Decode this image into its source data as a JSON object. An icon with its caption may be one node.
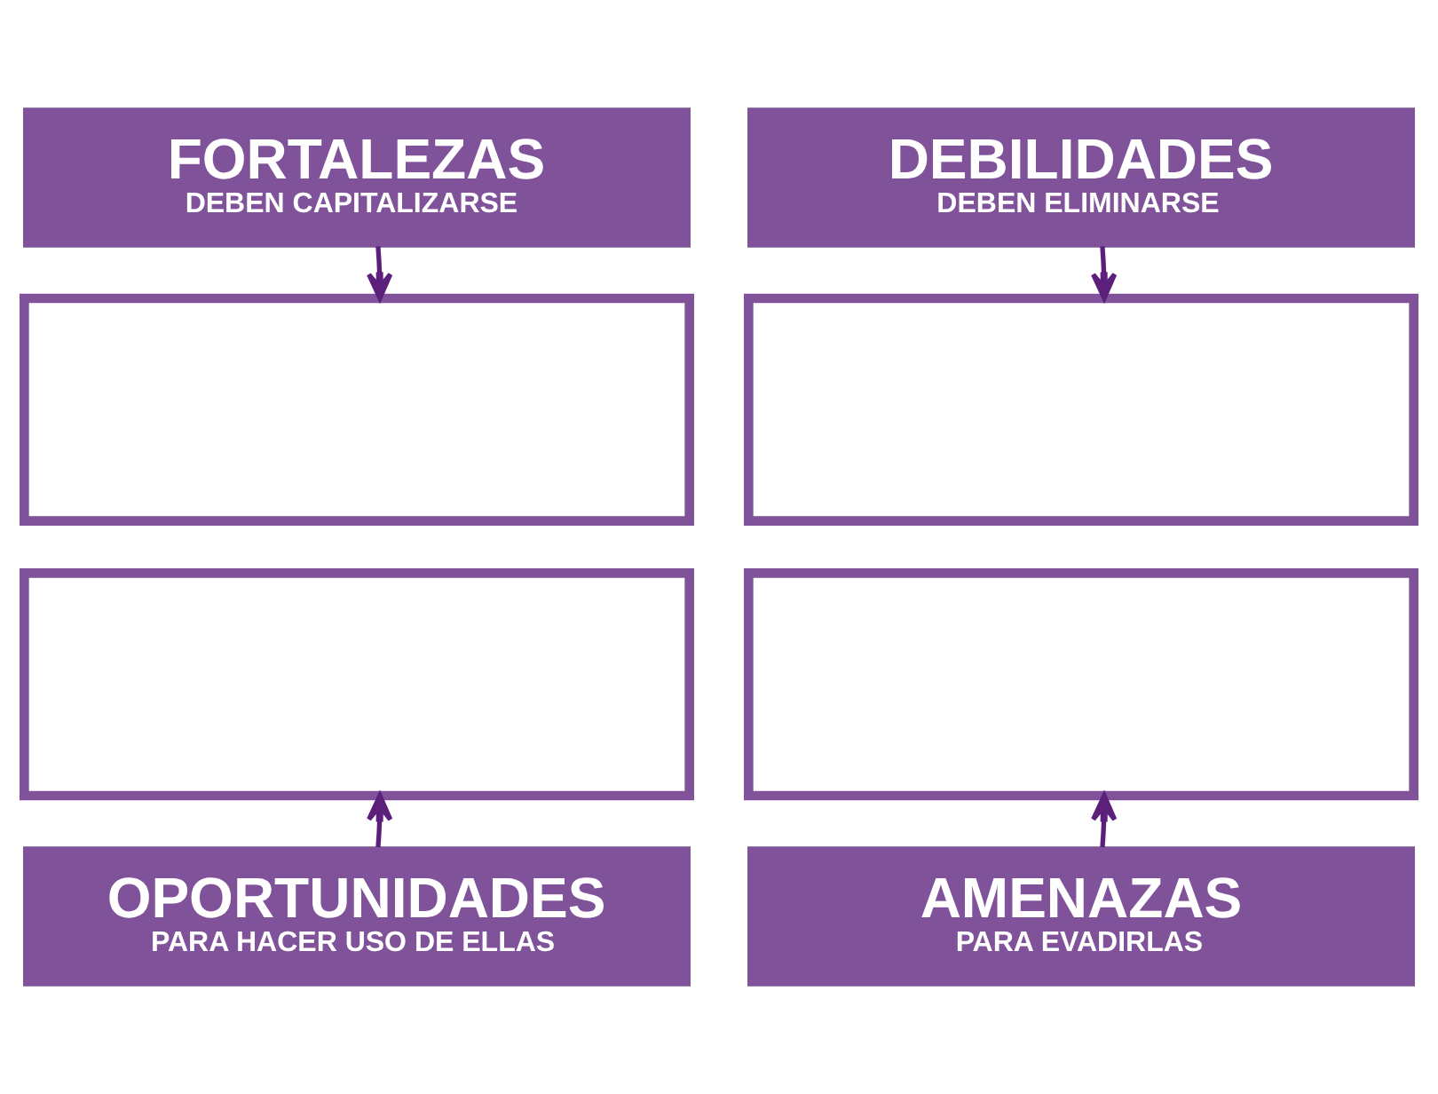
{
  "diagram": {
    "nodes": [
      {
        "text": [
          "FORTALEZAS",
          "DEBEN CAPITALIZARSE"
        ]
      },
      {
        "text": [
          "DEBILIDADES",
          "DEBEN ELIMINARSE"
        ]
      },
      {
        "text": [],
        "shape": "box"
      },
      {
        "text": [],
        "shape": "box"
      },
      {
        "text": [],
        "shape": "box"
      },
      {
        "text": [],
        "shape": "box"
      },
      {
        "text": [
          "OPORTUNIDADES",
          "PARA HACER USO DE ELLAS"
        ]
      },
      {
        "text": [
          "AMENAZAS",
          "PARA EVADIRLAS"
        ]
      }
    ],
    "edges": [
      {
        "from": 0,
        "to": 2,
        "arrow": "to"
      },
      {
        "from": 1,
        "to": 3,
        "arrow": "to"
      },
      {
        "from": 6,
        "to": 4,
        "arrow": "to"
      },
      {
        "from": 7,
        "to": 5,
        "arrow": "to"
      }
    ]
  }
}
